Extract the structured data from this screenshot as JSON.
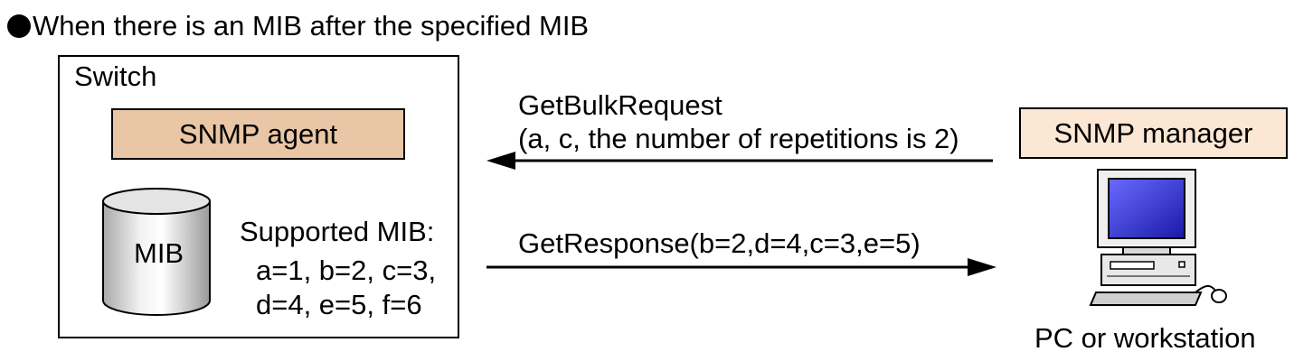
{
  "heading": "When there is an MIB after the specified MIB",
  "switch": {
    "label": "Switch",
    "agent_label": "SNMP agent",
    "mib_label": "MIB",
    "supported_title": "Supported MIB:",
    "supported_line1": "a=1, b=2, c=3,",
    "supported_line2": "d=4, e=5, f=6"
  },
  "messages": {
    "request_line1": "GetBulkRequest",
    "request_line2": "(a, c, the number of repetitions is 2)",
    "response": "GetResponse(b=2,d=4,c=3,e=5)"
  },
  "manager": {
    "label": "SNMP manager",
    "computer_label": "PC or workstation"
  },
  "colors": {
    "agent_fill": "#e9c6a5",
    "manager_fill": "#fbe7d3",
    "screen": "#2a2ad0"
  }
}
